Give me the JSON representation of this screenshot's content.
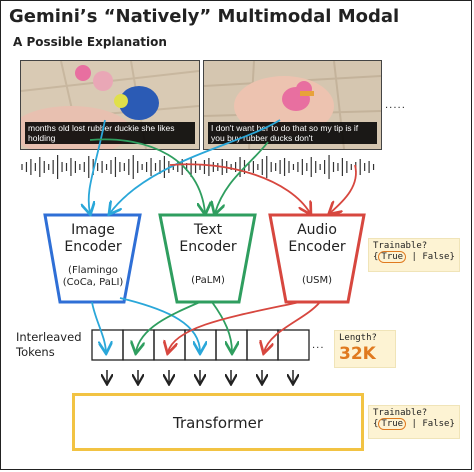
{
  "title": "Gemini’s “Natively” Multimodal Modal",
  "subtitle": "A Possible Explanation",
  "frames": [
    {
      "caption": "months old lost rubber duckie she likes holding"
    },
    {
      "caption": "I don't want her to do that so my tip is if you buy rubber ducks don't"
    }
  ],
  "more_frames": ".....",
  "encoders": [
    {
      "name": "Image Encoder",
      "line1": "Image",
      "line2": "Encoder",
      "model_line1": "(Flamingo",
      "model_line2": "(CoCa, PaLI)",
      "color": "#2f6fd6"
    },
    {
      "name": "Text Encoder",
      "line1": "Text",
      "line2": "Encoder",
      "model_line1": "(PaLM)",
      "model_line2": "",
      "color": "#2f9e5f"
    },
    {
      "name": "Audio Encoder",
      "line1": "Audio",
      "line2": "Encoder",
      "model_line1": "(USM)",
      "model_line2": "",
      "color": "#d7473f"
    }
  ],
  "trainable_note_1": {
    "heading": "Trainable?",
    "true_label": "True",
    "separator": "|",
    "false_label": "False",
    "open_brace": "{",
    "close_brace": "}"
  },
  "trainable_note_2": {
    "heading": "Trainable?",
    "true_label": "True",
    "separator": "|",
    "false_label": "False",
    "open_brace": "{",
    "close_brace": "}"
  },
  "interleaved_label_1": "Interleaved",
  "interleaved_label_2": "Tokens",
  "tokens_more": "...",
  "length_note": {
    "heading": "Length?",
    "value": "32K"
  },
  "transformer_label": "Transformer",
  "arrow_colors": {
    "image": "#2aa7d9",
    "text": "#2f9e5f",
    "audio": "#d7473f"
  }
}
